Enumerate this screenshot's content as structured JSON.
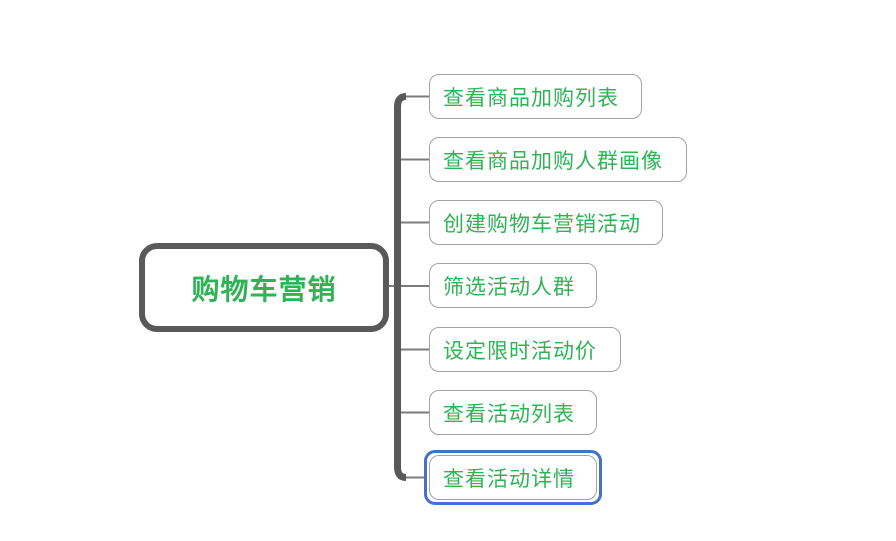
{
  "colors": {
    "background": "#FFFFFF",
    "node_fill": "#FFFFFF",
    "node_text": "#2FB356",
    "root_border": "#595959",
    "trunk": "#595959",
    "branch_border": "#A3A3A3",
    "connector": "#7C7C7C",
    "selection": "#4472C4"
  },
  "mindmap": {
    "root": {
      "label": "购物车营销"
    },
    "children": [
      {
        "label": "查看商品加购列表",
        "selected": false
      },
      {
        "label": "查看商品加购人群画像",
        "selected": false
      },
      {
        "label": "创建购物车营销活动",
        "selected": false
      },
      {
        "label": "筛选活动人群",
        "selected": false
      },
      {
        "label": "设定限时活动价",
        "selected": false
      },
      {
        "label": "查看活动列表",
        "selected": false
      },
      {
        "label": "查看活动详情",
        "selected": true
      }
    ]
  }
}
